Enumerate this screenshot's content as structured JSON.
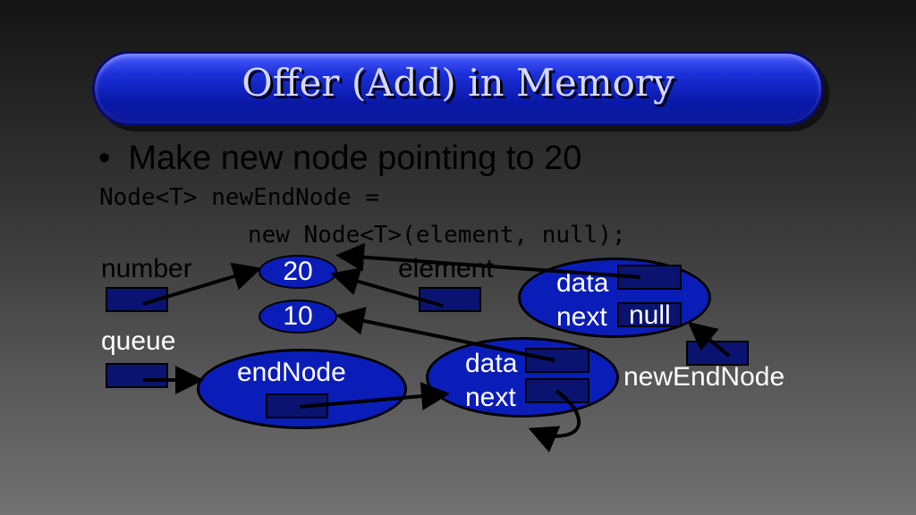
{
  "title": "Offer (Add) in Memory",
  "bullet": {
    "marker": "•",
    "text": "Make new node pointing to 20"
  },
  "code": {
    "line1": "Node<T> newEndNode =",
    "line2": "new Node<T>(element, null);"
  },
  "labels": {
    "number": "number",
    "queue": "queue",
    "element": "element",
    "end_node": "endNode",
    "new_end_node": "newEndNode"
  },
  "values": {
    "top": "20",
    "bottom": "10"
  },
  "node_middle": {
    "data": "data",
    "next": "next"
  },
  "node_new": {
    "data": "data",
    "next": "next",
    "null": "null"
  },
  "colors": {
    "title_blue": "#1a2fd8",
    "node_blue": "#0b1db8",
    "box_navy": "#0a1470"
  }
}
